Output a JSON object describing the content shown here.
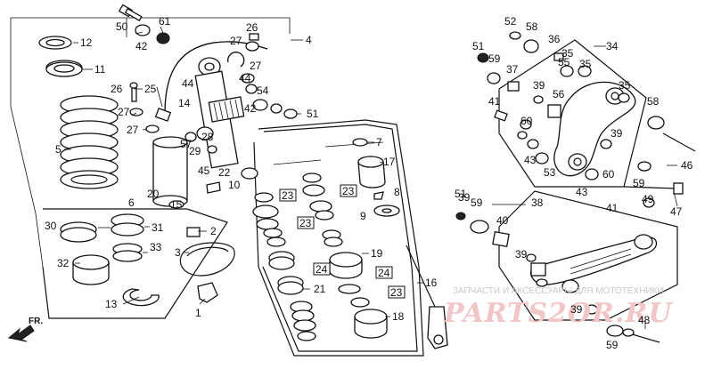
{
  "title": "",
  "watermark": {
    "caption": "ЗАПЧАСТИ И АКСЕССУАРЫ ДЛЯ МОТОТЕХНИКИ",
    "logo": "PARTS2OR.RU"
  },
  "direction_label": "FR.",
  "colors": {
    "line": "#111111",
    "watermark_logo": "#f2c6c6",
    "watermark_text": "#c8c8c8"
  },
  "callouts": {
    "c1": "1",
    "c2": "2",
    "c3": "3",
    "c4": "4",
    "c5": "5",
    "c6": "6",
    "c7": "7",
    "c8": "8",
    "c9": "9",
    "c10": "10",
    "c11": "11",
    "c12": "12",
    "c13": "13",
    "c14": "14",
    "c15": "15",
    "c16": "16",
    "c17": "17",
    "c18": "18",
    "c19": "19",
    "c20": "20",
    "c21": "21",
    "c22": "22",
    "c23a": "23",
    "c23b": "23",
    "c23c": "23",
    "c23d": "23",
    "c24a": "24",
    "c24b": "24",
    "c25": "25",
    "c26a": "26",
    "c26b": "26",
    "c27a": "27",
    "c27b": "27",
    "c27c": "27",
    "c27d": "27",
    "c28": "28",
    "c29": "29",
    "c30": "30",
    "c31": "31",
    "c32": "32",
    "c33": "33",
    "c34": "34",
    "c35a": "35",
    "c35b": "35",
    "c35c": "35",
    "c36": "36",
    "c37": "37",
    "c38": "38",
    "c39a": "39",
    "c39b": "39",
    "c39c": "39",
    "c39d": "39",
    "c39e": "39",
    "c40": "40",
    "c41a": "41",
    "c41b": "41",
    "c42a": "42",
    "c42b": "42",
    "c43a": "43",
    "c43b": "43",
    "c44a": "44",
    "c44b": "44",
    "c45": "45",
    "c46": "46",
    "c47": "47",
    "c48": "48",
    "c49": "49",
    "c50": "50",
    "c51a": "51",
    "c51b": "51",
    "c51c": "51",
    "c52": "52",
    "c53": "53",
    "c54": "54",
    "c55": "55",
    "c56": "56",
    "c57": "57",
    "c58a": "58",
    "c58b": "58",
    "c59a": "59",
    "c59b": "59",
    "c59c": "59",
    "c59d": "59",
    "c60a": "60",
    "c60b": "60",
    "c61": "61"
  }
}
